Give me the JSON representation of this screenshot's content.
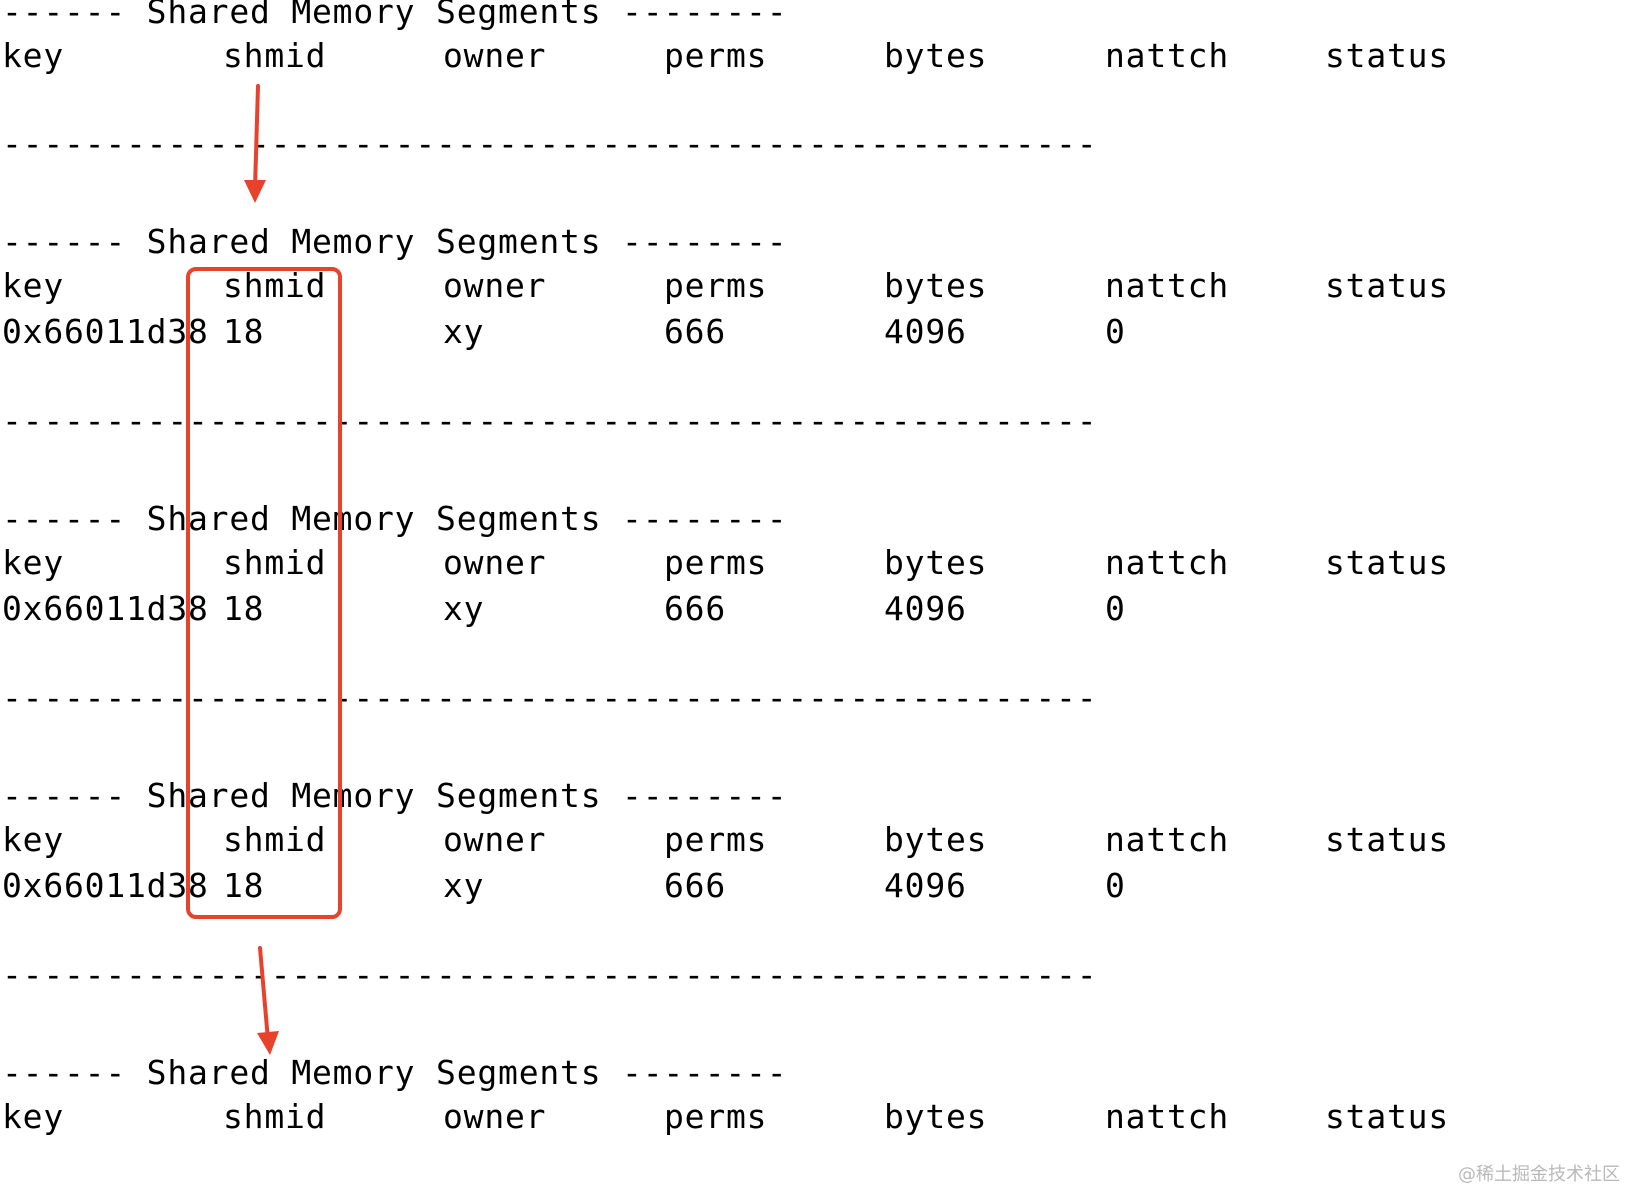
{
  "terminal": {
    "blocks": [
      {
        "header": "------ Shared Memory Segments --------",
        "columns": [
          "key",
          "shmid",
          "owner",
          "perms",
          "bytes",
          "nattch",
          "status"
        ],
        "rows": [],
        "separator": "-----------------------------------------------------"
      },
      {
        "header": "------ Shared Memory Segments --------",
        "columns": [
          "key",
          "shmid",
          "owner",
          "perms",
          "bytes",
          "nattch",
          "status"
        ],
        "rows": [
          [
            "0x66011d38",
            "18",
            "xy",
            "666",
            "4096",
            "0",
            ""
          ]
        ],
        "separator": "-----------------------------------------------------"
      },
      {
        "header": "------ Shared Memory Segments --------",
        "columns": [
          "key",
          "shmid",
          "owner",
          "perms",
          "bytes",
          "nattch",
          "status"
        ],
        "rows": [
          [
            "0x66011d38",
            "18",
            "xy",
            "666",
            "4096",
            "0",
            ""
          ]
        ],
        "separator": "-----------------------------------------------------"
      },
      {
        "header": "------ Shared Memory Segments --------",
        "columns": [
          "key",
          "shmid",
          "owner",
          "perms",
          "bytes",
          "nattch",
          "status"
        ],
        "rows": [
          [
            "0x66011d38",
            "18",
            "xy",
            "666",
            "4096",
            "0",
            ""
          ]
        ],
        "separator": "-----------------------------------------------------"
      },
      {
        "header": "------ Shared Memory Segments --------",
        "columns": [
          "key",
          "shmid",
          "owner",
          "perms",
          "bytes",
          "nattch",
          "status"
        ],
        "rows": [],
        "separator": ""
      }
    ]
  },
  "annotations": {
    "accent_color": "#e8412c",
    "highlight_column": "shmid",
    "arrows": [
      "arrow-down-icon",
      "arrow-down-icon"
    ]
  },
  "watermark": {
    "text": "@稀土掘金技术社区"
  }
}
